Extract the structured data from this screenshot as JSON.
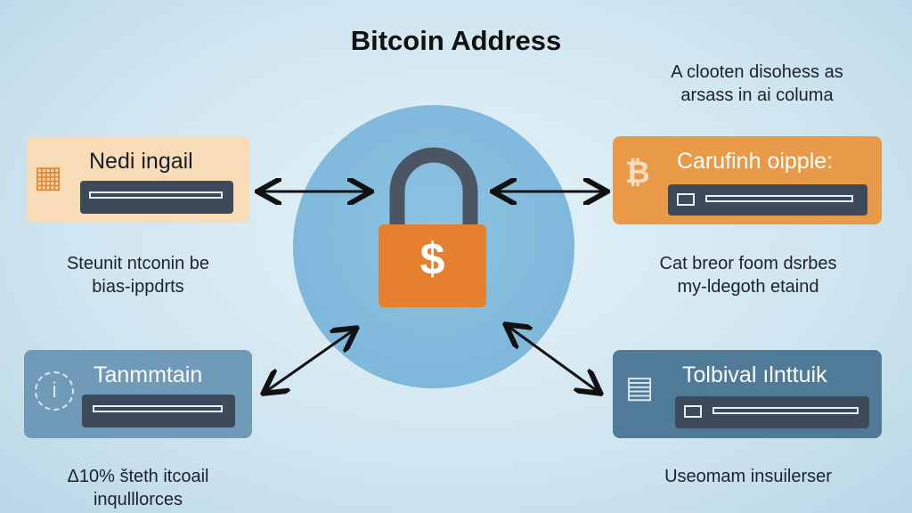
{
  "title": "Bitcoin Address",
  "top_note": [
    "A clooten disohess as",
    "arsass in ai columa"
  ],
  "center": {
    "lock_symbol": "$"
  },
  "cards": [
    {
      "title": "Nedi ingail",
      "caption": [
        "Steunit ntconin be",
        "bias-ippdrts"
      ],
      "icon": "document-icon",
      "color": "#f8dcb8"
    },
    {
      "title": "Carufinh oipple:",
      "caption": [
        "Cat breor foom dsrbes",
        "my-ldegoth etaind"
      ],
      "icon": "bitcoin-icon",
      "color": "#e89a48"
    },
    {
      "title": "Tanmmtain",
      "caption": [
        "Δ10%  šteth itcoail",
        "inqulllorces"
      ],
      "icon": "info-seal-icon",
      "color": "#6f9ab8"
    },
    {
      "title": "Tolbival ılnttuik",
      "caption": [
        "Useomam insuilerser"
      ],
      "icon": "wallet-cards-icon",
      "color": "#4f7b99"
    }
  ]
}
